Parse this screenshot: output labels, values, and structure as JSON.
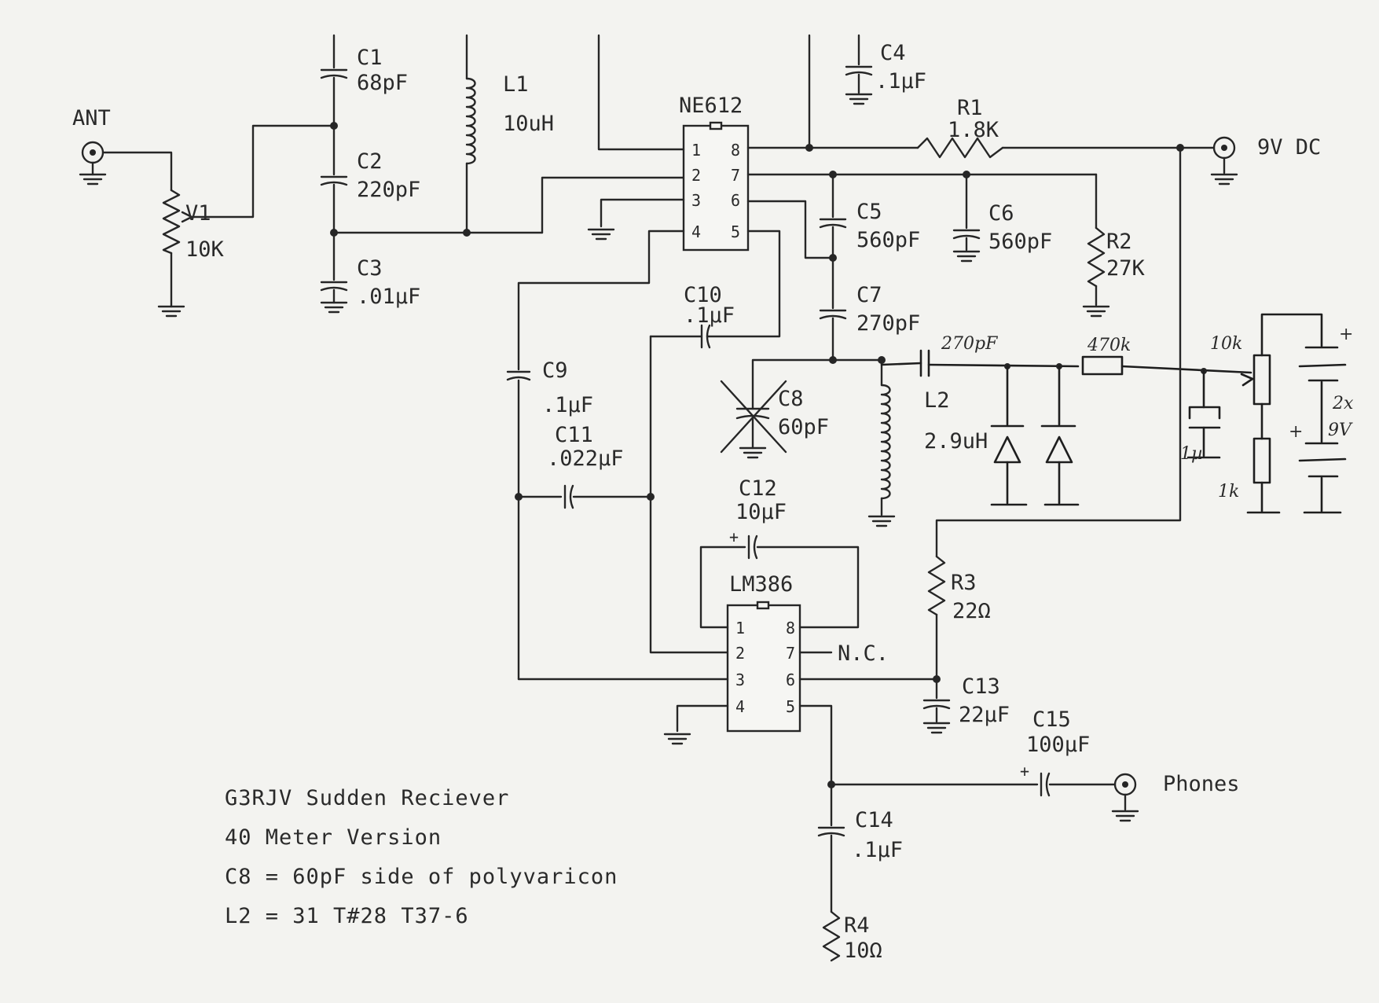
{
  "ports": {
    "ant": "ANT",
    "dc": "9V DC",
    "phones": "Phones"
  },
  "chips": {
    "mixer": "NE612",
    "amp": "LM386",
    "mixer_pins": [
      "1",
      "2",
      "3",
      "4",
      "8",
      "7",
      "6",
      "5"
    ],
    "amp_pins": [
      "1",
      "2",
      "3",
      "4",
      "8",
      "7",
      "6",
      "5"
    ],
    "nc": "N.C."
  },
  "components": {
    "c1": {
      "ref": "C1",
      "value": "68pF"
    },
    "c2": {
      "ref": "C2",
      "value": "220pF"
    },
    "c3": {
      "ref": "C3",
      "value": ".01µF"
    },
    "c4": {
      "ref": "C4",
      "value": ".1µF"
    },
    "c5": {
      "ref": "C5",
      "value": "560pF"
    },
    "c6": {
      "ref": "C6",
      "value": "560pF"
    },
    "c7": {
      "ref": "C7",
      "value": "270pF"
    },
    "c8": {
      "ref": "C8",
      "value": "60pF"
    },
    "c9": {
      "ref": "C9",
      "value": ".1µF"
    },
    "c10": {
      "ref": "C10",
      "value": ".1µF"
    },
    "c11": {
      "ref": "C11",
      "value": ".022µF"
    },
    "c12": {
      "ref": "C12",
      "value": "10µF"
    },
    "c13": {
      "ref": "C13",
      "value": "22µF"
    },
    "c14": {
      "ref": "C14",
      "value": ".1µF"
    },
    "c15": {
      "ref": "C15",
      "value": "100µF"
    },
    "l1": {
      "ref": "L1",
      "value": "10uH"
    },
    "l2": {
      "ref": "L2",
      "value": "2.9uH"
    },
    "r1": {
      "ref": "R1",
      "value": "1.8K"
    },
    "r2": {
      "ref": "R2",
      "value": "27K"
    },
    "r3": {
      "ref": "R3",
      "value": "22Ω"
    },
    "r4": {
      "ref": "R4",
      "value": "10Ω"
    },
    "v1": {
      "ref": "V1",
      "value": "10K"
    }
  },
  "handwritten": {
    "cap": "270pF",
    "res": "470k",
    "pot": "10k",
    "cap2": "1µ",
    "res2": "1k",
    "batt_count": "2x",
    "batt_v": "9V",
    "plus": "+"
  },
  "notes": [
    "G3RJV Sudden Reciever",
    "40 Meter Version",
    "C8 = 60pF side of polyvaricon",
    "L2 = 31 T#28 T37-6"
  ]
}
